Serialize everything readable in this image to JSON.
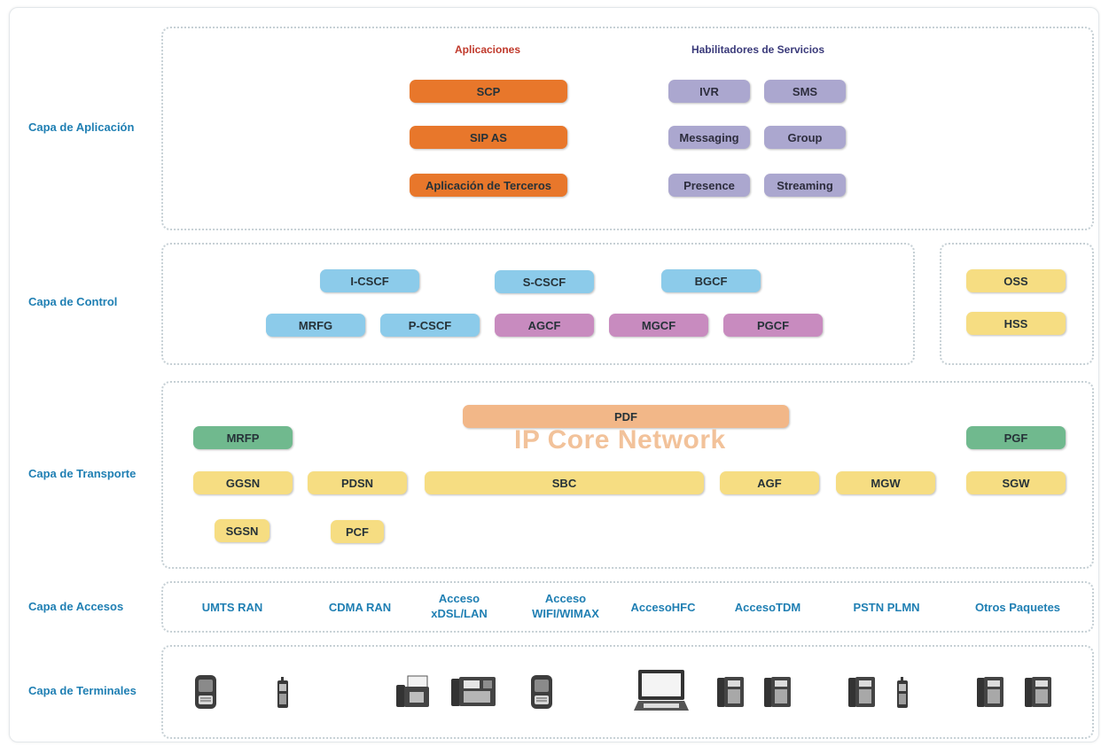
{
  "layers": {
    "aplicacion": "Capa de Aplicación",
    "control": "Capa de Control",
    "transporte": "Capa de Transporte",
    "accesos": "Capa de Accesos",
    "terminales": "Capa de Terminales"
  },
  "application_layer": {
    "applications_title": "Aplicaciones",
    "enablers_title": "Habilitadores de Servicios",
    "applications": [
      "SCP",
      "SIP AS",
      "Aplicación de Terceros"
    ],
    "enablers": [
      "IVR",
      "SMS",
      "Messaging",
      "Group",
      "Presence",
      "Streaming"
    ]
  },
  "control_layer": {
    "blue": [
      "I-CSCF",
      "S-CSCF",
      "BGCF",
      "MRFG",
      "P-CSCF"
    ],
    "pink": [
      "AGCF",
      "MGCF",
      "PGCF"
    ],
    "side": [
      "OSS",
      "HSS"
    ]
  },
  "transport_layer": {
    "pdf": "PDF",
    "core_label": "IP Core Network",
    "green": [
      "MRFP",
      "PGF"
    ],
    "yellow": [
      "GGSN",
      "PDSN",
      "SBC",
      "AGF",
      "MGW",
      "SGW",
      "SGSN",
      "PCF"
    ]
  },
  "access_layer": [
    "UMTS RAN",
    "CDMA RAN",
    "Acceso xDSL/LAN",
    "Acceso WIFI/WIMAX",
    "AccesoHFC",
    "AccesoTDM",
    "PSTN PLMN",
    "Otros Paquetes"
  ],
  "terminal_layer": [
    "pda-icon",
    "mobile-phone-icon",
    "fax-icon",
    "multifunction-phone-icon",
    "pda-icon",
    "laptop-icon",
    "desk-phone-icon",
    "desk-phone-icon",
    "desk-phone-icon",
    "mobile-phone-icon",
    "desk-phone-icon",
    "desk-phone-icon"
  ],
  "colors": {
    "label_blue": "#1f7fb3",
    "applications_title": "#c0392b",
    "enablers_title": "#3a3a7a",
    "orange": "#e8772b",
    "lavender": "#aba7cf",
    "blue": "#8ccbea",
    "pink": "#c88bbf",
    "yellow": "#f6dd82",
    "green": "#70b98e",
    "peach": "#f2b788"
  }
}
